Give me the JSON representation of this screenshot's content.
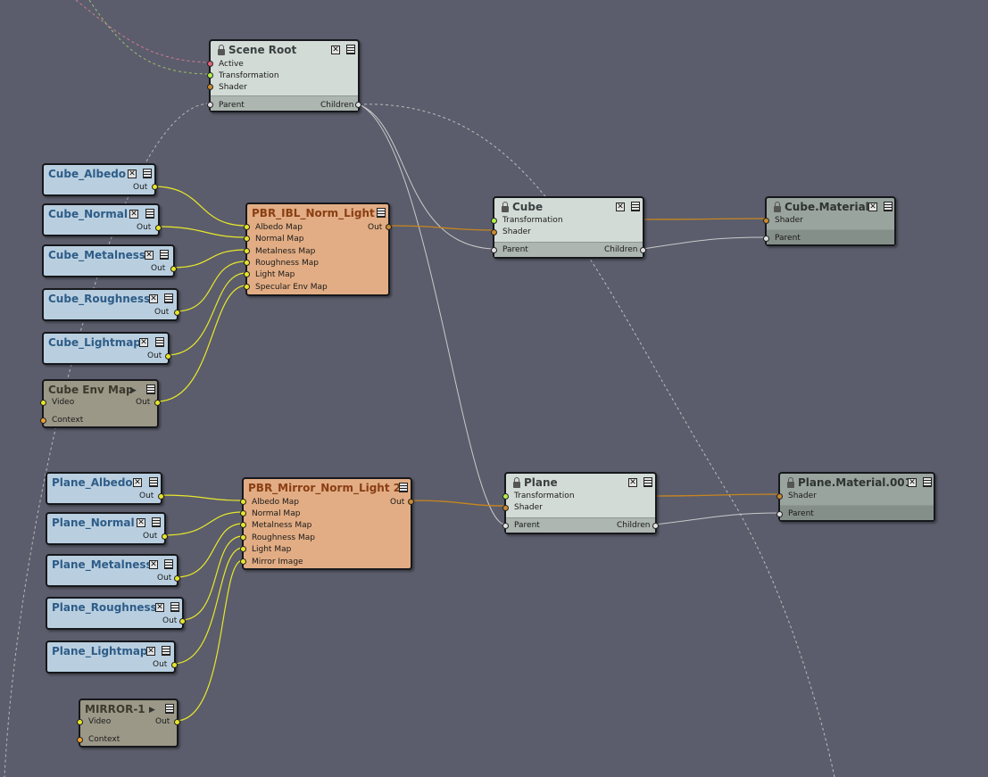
{
  "nodes": {
    "scene_root": {
      "title": "Scene Root",
      "ports": {
        "active": "Active",
        "transformation": "Transformation",
        "shader": "Shader",
        "parent": "Parent",
        "children": "Children"
      }
    },
    "cube_albedo": {
      "title": "Cube_Albedo",
      "out": "Out"
    },
    "cube_normal": {
      "title": "Cube_Normal",
      "out": "Out"
    },
    "cube_metalness": {
      "title": "Cube_Metalness",
      "out": "Out"
    },
    "cube_roughness": {
      "title": "Cube_Roughness",
      "out": "Out"
    },
    "cube_lightmap": {
      "title": "Cube_Lightmap",
      "out": "Out"
    },
    "cube_env_map": {
      "title": "Cube Env Map",
      "video": "Video",
      "out": "Out",
      "context": "Context"
    },
    "pbr_ibl": {
      "title": "PBR_IBL_Norm_Light",
      "out": "Out",
      "inputs": [
        "Albedo Map",
        "Normal Map",
        "Metalness Map",
        "Roughness Map",
        "Light Map",
        "Specular Env Map"
      ]
    },
    "cube": {
      "title": "Cube",
      "transformation": "Transformation",
      "shader": "Shader",
      "parent": "Parent",
      "children": "Children"
    },
    "cube_material": {
      "title": "Cube.Material",
      "shader": "Shader",
      "parent": "Parent"
    },
    "plane_albedo": {
      "title": "Plane_Albedo",
      "out": "Out"
    },
    "plane_normal": {
      "title": "Plane_Normal",
      "out": "Out"
    },
    "plane_metalness": {
      "title": "Plane_Metalness",
      "out": "Out"
    },
    "plane_roughness": {
      "title": "Plane_Roughness",
      "out": "Out"
    },
    "plane_lightmap": {
      "title": "Plane_Lightmap",
      "out": "Out"
    },
    "mirror": {
      "title": "MIRROR-1",
      "video": "Video",
      "out": "Out",
      "context": "Context"
    },
    "pbr_mirror": {
      "title": "PBR_Mirror_Norm_Light 2",
      "out": "Out",
      "inputs": [
        "Albedo Map",
        "Normal Map",
        "Metalness Map",
        "Roughness Map",
        "Light Map",
        "Mirror Image"
      ]
    },
    "plane": {
      "title": "Plane",
      "transformation": "Transformation",
      "shader": "Shader",
      "parent": "Parent",
      "children": "Children"
    },
    "plane_material": {
      "title": "Plane.Material.001",
      "shader": "Shader",
      "parent": "Parent"
    }
  },
  "icons": {
    "lock": "lock-icon",
    "close": "close-icon",
    "menu": "menu-icon",
    "play": "play-icon"
  },
  "colors": {
    "background": "#5b5d6c",
    "texture_wire": "#e8e82a",
    "shader_wire": "#c8861e",
    "hierarchy_wire": "#c9c9c9"
  }
}
